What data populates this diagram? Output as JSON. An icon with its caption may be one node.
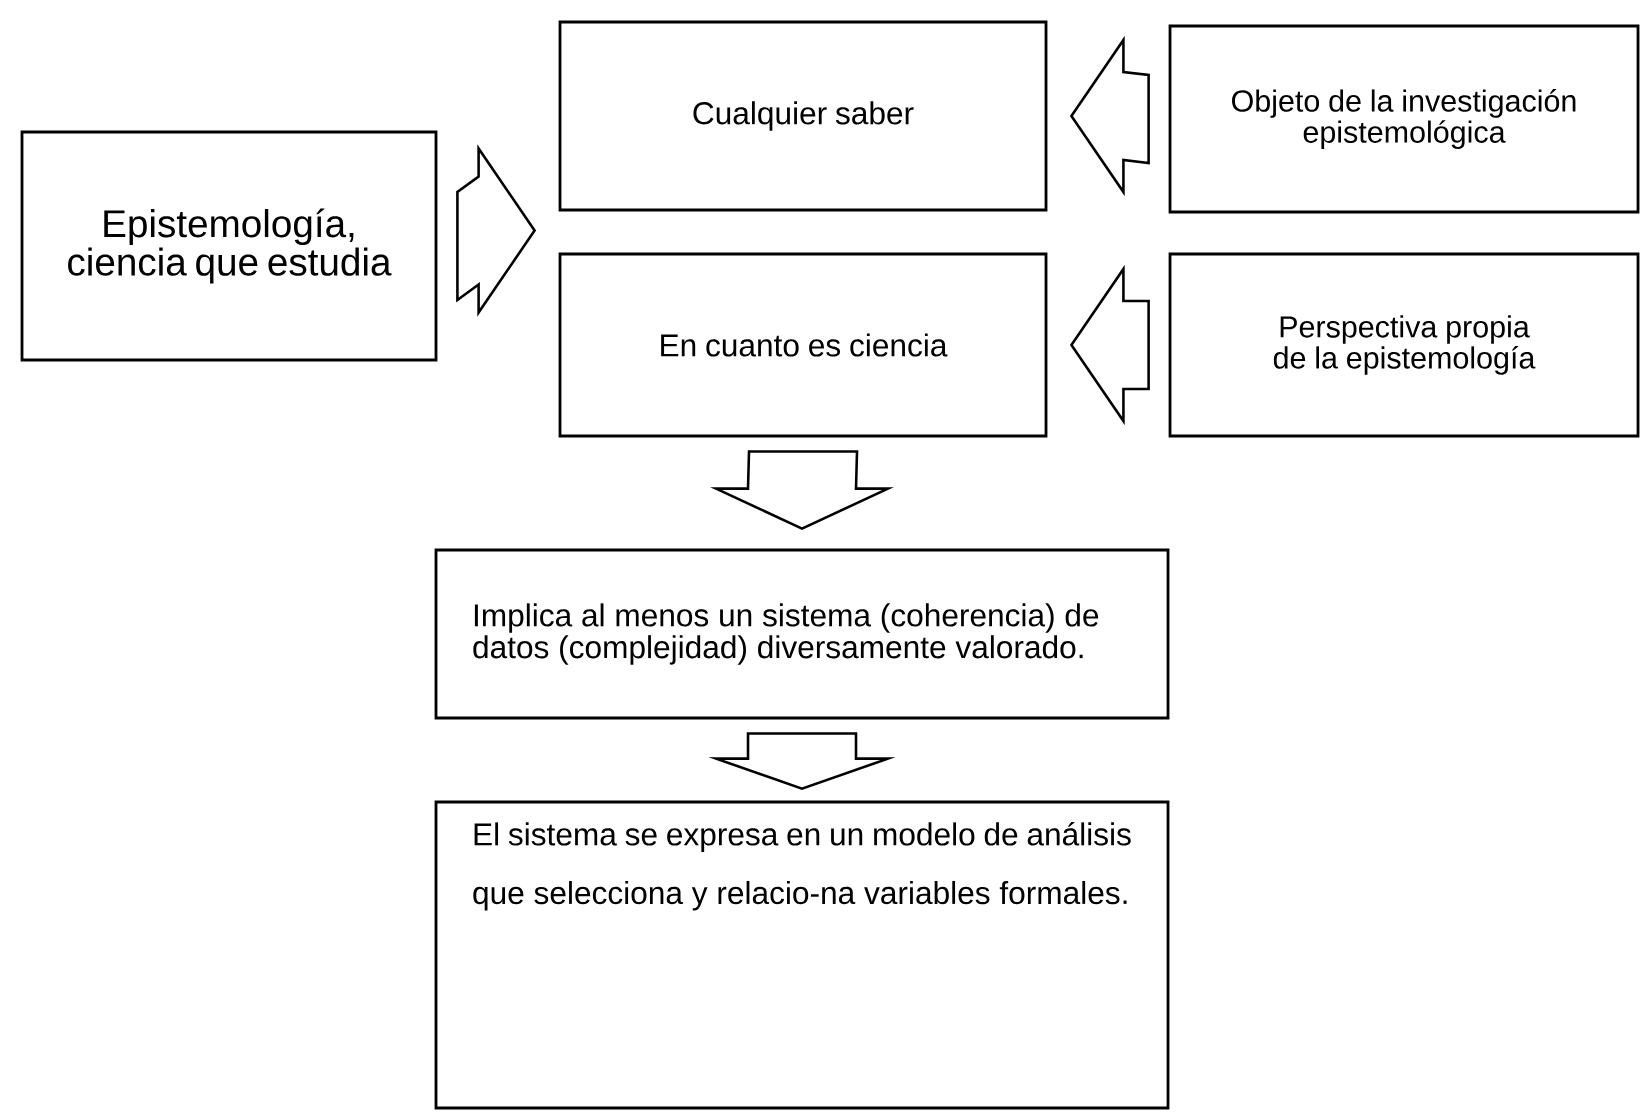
{
  "diagram": {
    "nodes": [
      {
        "text": [
          "Epistemología, ciencia que estudia"
        ]
      },
      {
        "text": [
          "Cualquier saber"
        ]
      },
      {
        "text": [
          "En cuanto es ciencia"
        ]
      },
      {
        "text": [
          "Objeto de la investigación epistemológica"
        ]
      },
      {
        "text": [
          "Perspectiva propia de la epistemología"
        ]
      },
      {
        "text": [
          "Implica al menos un sistema (coherencia) de datos (complejidad) diversamente valorado."
        ]
      },
      {
        "text": [
          "El sistema se expresa en un modelo de análisis que selecciona y relacio-na variables formales."
        ]
      }
    ],
    "edges": [
      {
        "from": 0,
        "to": 1,
        "arrow": "to"
      },
      {
        "from": 0,
        "to": 2,
        "arrow": "to"
      },
      {
        "from": 3,
        "to": 1,
        "arrow": "to"
      },
      {
        "from": 4,
        "to": 2,
        "arrow": "to"
      },
      {
        "from": 2,
        "to": 5,
        "arrow": "to"
      },
      {
        "from": 5,
        "to": 6,
        "arrow": "to"
      }
    ]
  }
}
